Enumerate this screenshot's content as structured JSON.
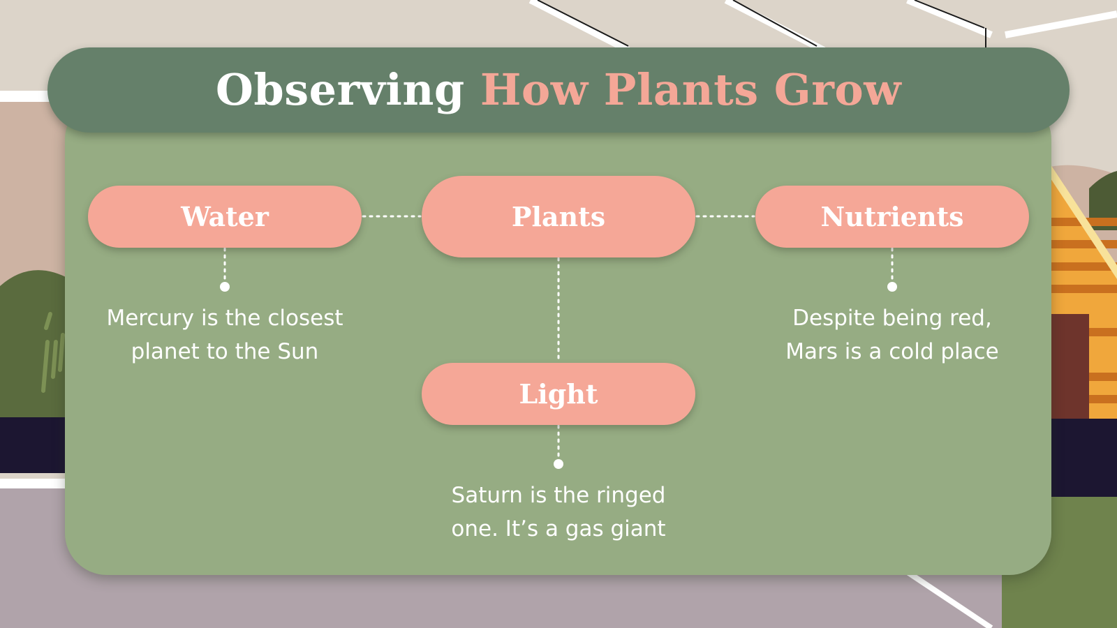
{
  "title": {
    "part1": "Observing",
    "part2": "How Plants Grow"
  },
  "nodes": {
    "center": "Plants",
    "water": "Water",
    "nutrients": "Nutrients",
    "light": "Light"
  },
  "descriptions": {
    "water": [
      "Mercury is the closest",
      "planet to the Sun"
    ],
    "nutrients": [
      "Despite being red,",
      "Mars is a cold place"
    ],
    "light": [
      "Saturn is the ringed",
      "one. It’s a gas giant"
    ]
  },
  "colors": {
    "card": "#96ac83",
    "title_bar": "#65806a",
    "pill": "#f5a797",
    "title_accent": "#f4a797",
    "text": "#ffffff"
  }
}
